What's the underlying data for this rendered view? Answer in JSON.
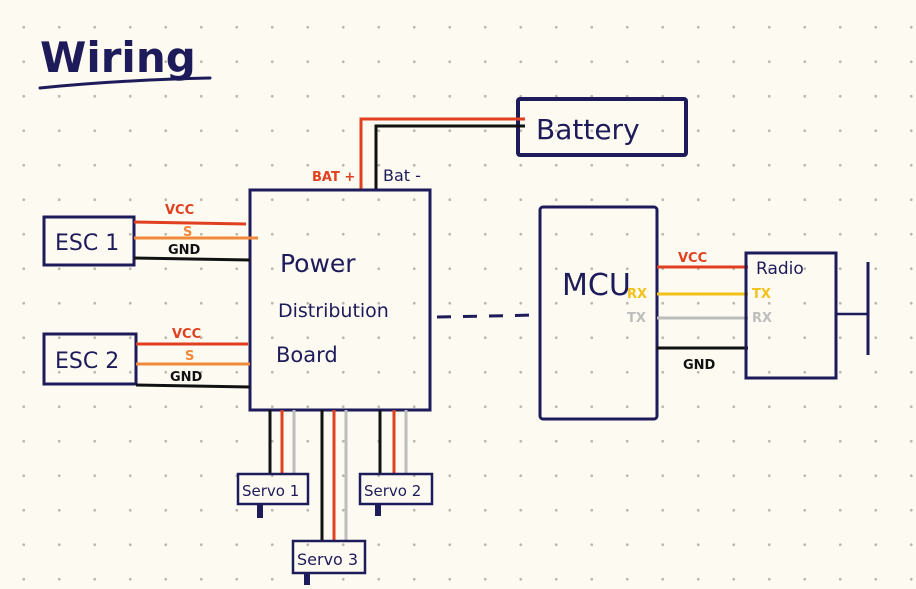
{
  "title": "Wiring",
  "colors": {
    "ink": "#1e1b5a",
    "red": "#e0401f",
    "orange": "#f08a3a",
    "black": "#111111",
    "yellow": "#f2c21b",
    "gray": "#bdbdbd",
    "paper": "#fcfaf1"
  },
  "components": {
    "battery": "Battery",
    "pdb": [
      "Power",
      "Distribution",
      "Board"
    ],
    "esc1": "ESC 1",
    "esc2": "ESC 2",
    "mcu": "MCU",
    "radio": "Radio",
    "servo1": "Servo 1",
    "servo2": "Servo 2",
    "servo3": "Servo 3"
  },
  "wire_labels": {
    "bat_plus": "BAT +",
    "bat_minus": "Bat -",
    "esc1": {
      "vcc": "VCC",
      "signal": "S",
      "gnd": "GND"
    },
    "esc2": {
      "vcc": "VCC",
      "signal": "S",
      "gnd": "GND"
    },
    "mcu_radio": {
      "vcc": "VCC",
      "mcu_rx": "RX",
      "mcu_tx": "TX",
      "radio_tx": "TX",
      "radio_rx": "RX",
      "gnd": "GND"
    }
  }
}
